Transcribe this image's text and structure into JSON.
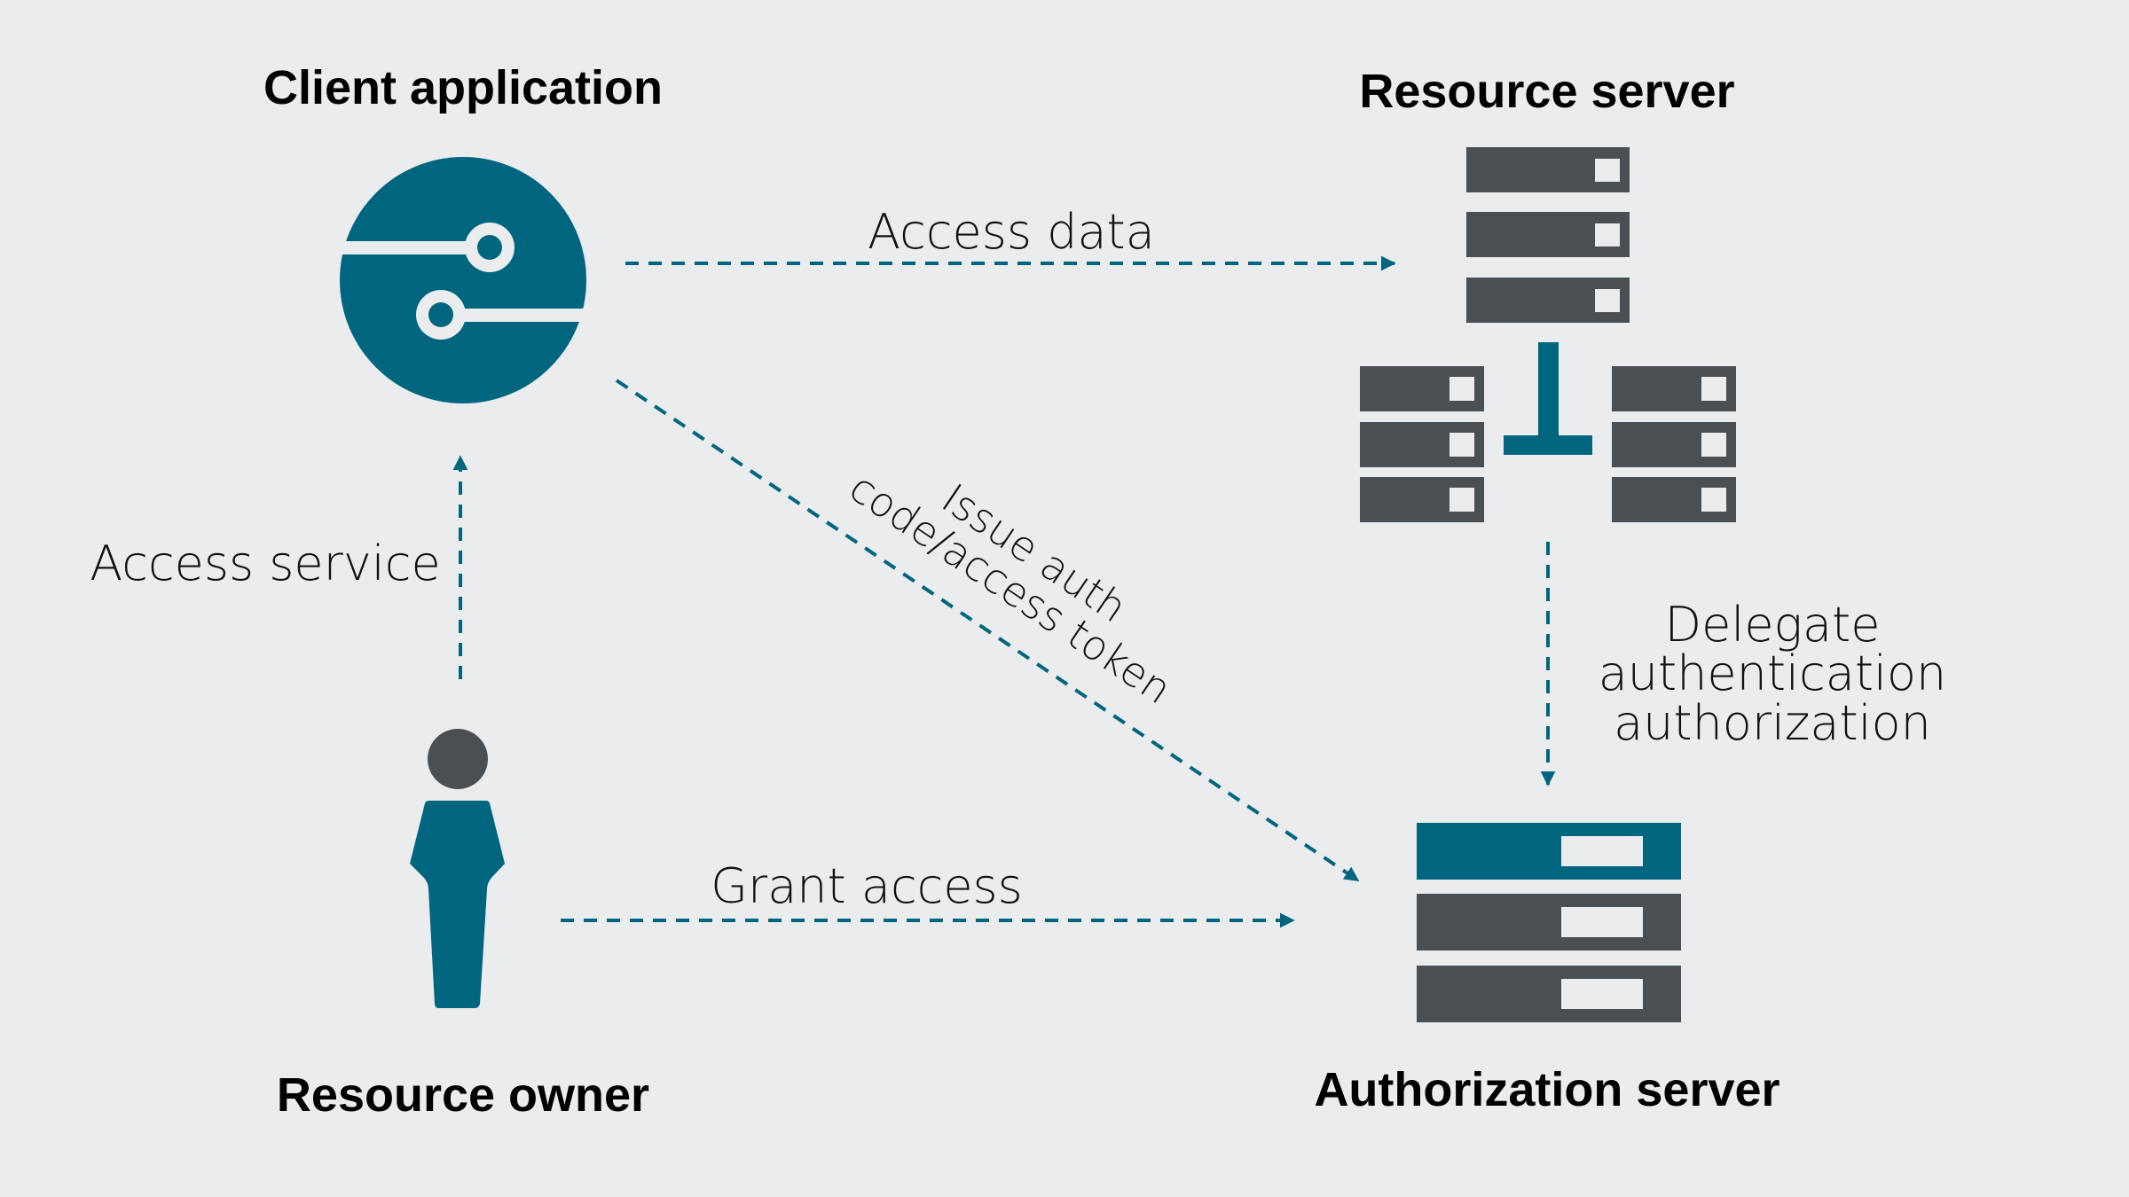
{
  "colors": {
    "background": "#ebeced",
    "accent": "#006680",
    "server": "#4a4f54",
    "indicator": "#ebeced",
    "text": "#000000"
  },
  "nodes": {
    "client_application": {
      "label": "Client application",
      "icon": "client-app-circuit-icon"
    },
    "resource_server": {
      "label": "Resource server",
      "icon": "server-cluster-icon"
    },
    "resource_owner": {
      "label": "Resource owner",
      "icon": "person-icon"
    },
    "authorization_server": {
      "label": "Authorization server",
      "icon": "server-stack-icon"
    }
  },
  "edges": {
    "access_data": {
      "from": "Client application",
      "to": "Resource server",
      "label": "Access data",
      "style": "dashed-arrow"
    },
    "access_service": {
      "from": "Resource owner",
      "to": "Client application",
      "label": "Access service",
      "style": "dashed-arrow"
    },
    "issue_token": {
      "from": "Client application",
      "to": "Authorization server",
      "label_line1": "Issue auth",
      "label_line2": "code/access token",
      "style": "dashed-arrow"
    },
    "delegate": {
      "from": "Resource server",
      "to": "Authorization server",
      "label_line1": "Delegate",
      "label_line2": "authentication",
      "label_line3": "authorization",
      "style": "dashed-arrow"
    },
    "grant_access": {
      "from": "Resource owner",
      "to": "Authorization server",
      "label": "Grant access",
      "style": "dashed-arrow"
    }
  }
}
